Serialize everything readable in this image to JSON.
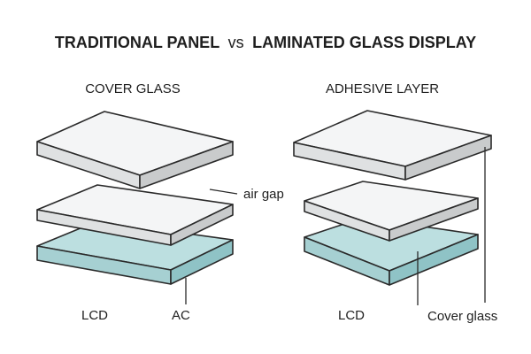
{
  "title": {
    "left": "TRADITIONAL PANEL",
    "vs": "vs",
    "right": "LAMINATED GLASS DISPLAY"
  },
  "left_stack": {
    "heading": "COVER GLASS",
    "air_gap_label": "air gap",
    "lcd_label": "LCD",
    "ac_label": "AC"
  },
  "right_stack": {
    "heading": "ADHESIVE LAYER",
    "lcd_label": "LCD",
    "cover_glass_label": "Cover glass"
  },
  "colors": {
    "glass_top": "#f4f5f6",
    "glass_side": "#c9cbcc",
    "lcd_top": "#bcdfe0",
    "lcd_side": "#8fc3c6",
    "stroke": "#2a2a2a"
  }
}
